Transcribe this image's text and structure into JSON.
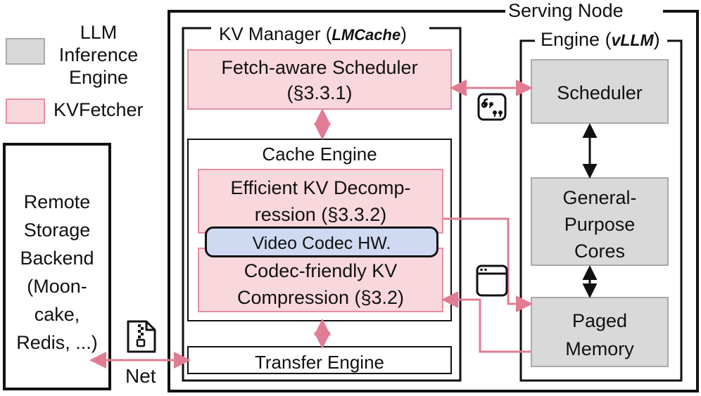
{
  "legend": {
    "llm_engine": [
      "LLM",
      "Inference",
      "Engine"
    ],
    "kvfetcher": "KVFetcher"
  },
  "serving_node": {
    "title": "Serving Node"
  },
  "kv_manager": {
    "title_prefix": "KV Manager (",
    "title_emph": "LMCache",
    "title_suffix": ")"
  },
  "engine": {
    "title_prefix": "Engine (",
    "title_emph": "vLLM",
    "title_suffix": ")"
  },
  "fetch_scheduler": {
    "line1": "Fetch-aware Scheduler",
    "line2": "(§3.3.1)"
  },
  "cache_engine": {
    "title": "Cache Engine"
  },
  "decompression": {
    "line1": "Efficient KV Decomp-",
    "line2": "ression (§3.3.2)"
  },
  "video_codec": {
    "label": "Video Codec HW."
  },
  "compression": {
    "line1": "Codec-friendly KV",
    "line2": "Compression (§3.2)"
  },
  "transfer_engine": {
    "label": "Transfer Engine"
  },
  "remote_storage": {
    "lines": [
      "Remote",
      "Storage",
      "Backend",
      "(Moon-",
      "cake,",
      "Redis, ...)"
    ]
  },
  "net_label": "Net",
  "scheduler": {
    "label": "Scheduler"
  },
  "cores": {
    "lines": [
      "General-",
      "Purpose",
      "Cores"
    ]
  },
  "paged_memory": {
    "lines": [
      "Paged",
      "Memory"
    ]
  },
  "kv_icon_label": "k-v",
  "colors": {
    "pink_fill": "#f8d7dd",
    "pink_border": "#e58fa0",
    "pink_arrow": "#e07d92",
    "gray_fill": "#d9d9d9",
    "gray_border": "#a9a9a9",
    "blue_fill": "#cfdaf2"
  }
}
